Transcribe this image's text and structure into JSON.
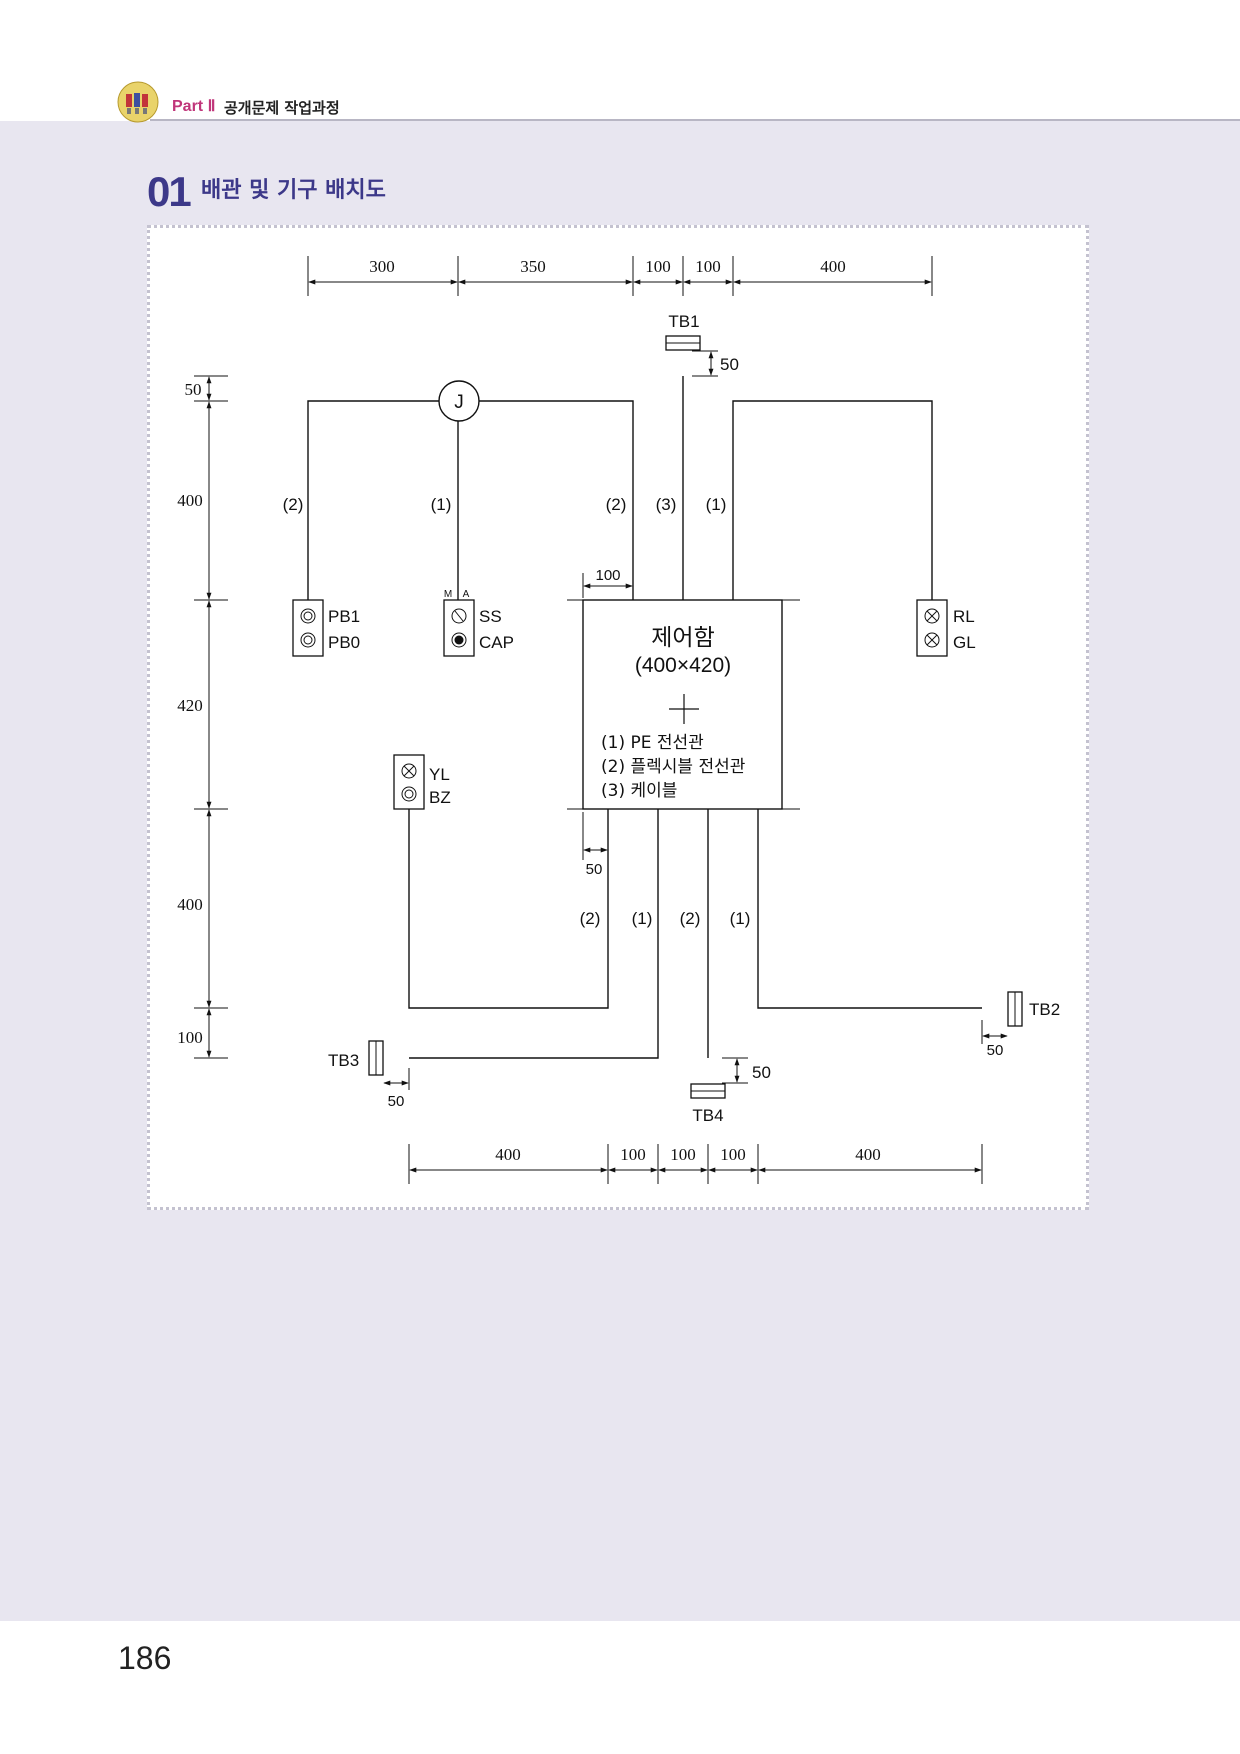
{
  "header": {
    "part_label": "Part Ⅱ",
    "part_title": "공개문제 작업과정"
  },
  "section": {
    "number": "01",
    "title": "배관 및 기구 배치도"
  },
  "page_number": "186",
  "diagram": {
    "top_dims": [
      "300",
      "350",
      "100",
      "100",
      "400"
    ],
    "bottom_dims": [
      "400",
      "100",
      "100",
      "100",
      "400"
    ],
    "left_dims": [
      "50",
      "400",
      "420",
      "400",
      "100"
    ],
    "junction": "J",
    "control_box": {
      "title": "제어함",
      "size": "(400×420)",
      "legend": [
        "(1) PE 전선관",
        "(2) 플렉시블 전선관",
        "(3) 케이블"
      ],
      "offset_top": "100",
      "offset_bottom": "50"
    },
    "devices": {
      "pb": [
        "PB1",
        "PB0"
      ],
      "ss": [
        "SS",
        "CAP"
      ],
      "ss_mark_m": "M",
      "ss_mark_a": "A",
      "rl": [
        "RL",
        "GL"
      ],
      "yl": [
        "YL",
        "BZ"
      ]
    },
    "terminals": {
      "tb1": {
        "label": "TB1",
        "dim": "50"
      },
      "tb2": {
        "label": "TB2",
        "dim": "50"
      },
      "tb3": {
        "label": "TB3",
        "dim": "50"
      },
      "tb4": {
        "label": "TB4",
        "dim": "50"
      }
    },
    "pipe_labels": {
      "upper": [
        "(2)",
        "(1)",
        "(2)",
        "(3)",
        "(1)"
      ],
      "lower": [
        "(2)",
        "(1)",
        "(2)",
        "(1)"
      ]
    }
  },
  "colors": {
    "accent": "#3c3889",
    "part": "#c0357a",
    "band": "#e8e6f0"
  }
}
